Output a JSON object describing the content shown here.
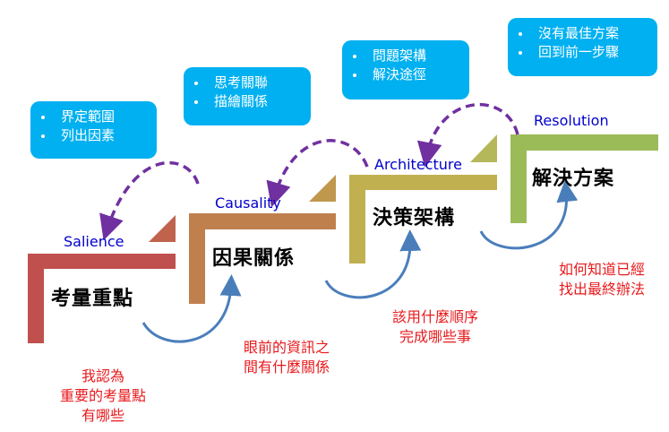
{
  "colors": {
    "bubble": "#00b0f0",
    "english_label": "#0000cc",
    "question_text": "#e8191c",
    "back_arrow": "#7030a0",
    "forward_arrow": "#4a7ebb"
  },
  "stages": [
    {
      "english": "Salience",
      "chinese": "考量重點",
      "color": "#c0504d",
      "bullets": [
        "界定範圍",
        "列出因素"
      ],
      "question": [
        "我認為",
        "重要的考量點",
        "有哪些"
      ]
    },
    {
      "english": "Causality",
      "chinese": "因果關係",
      "color": "#c0804d",
      "bullets": [
        "思考關聯",
        "描繪關係"
      ],
      "question": [
        "眼前的資訊之",
        "間有什麼關係"
      ]
    },
    {
      "english": "Architecture",
      "chinese": "決策架構",
      "color": "#c0b050",
      "bullets": [
        "問題架構",
        "解決途徑"
      ],
      "question": [
        "該用什麼順序",
        "完成哪些事"
      ]
    },
    {
      "english": "Resolution",
      "chinese": "解決方案",
      "color": "#9bbb59",
      "bullets": [
        "沒有最佳方案",
        "回到前一步驟"
      ],
      "question": [
        "如何知道已經",
        "找出最終辦法"
      ]
    }
  ]
}
